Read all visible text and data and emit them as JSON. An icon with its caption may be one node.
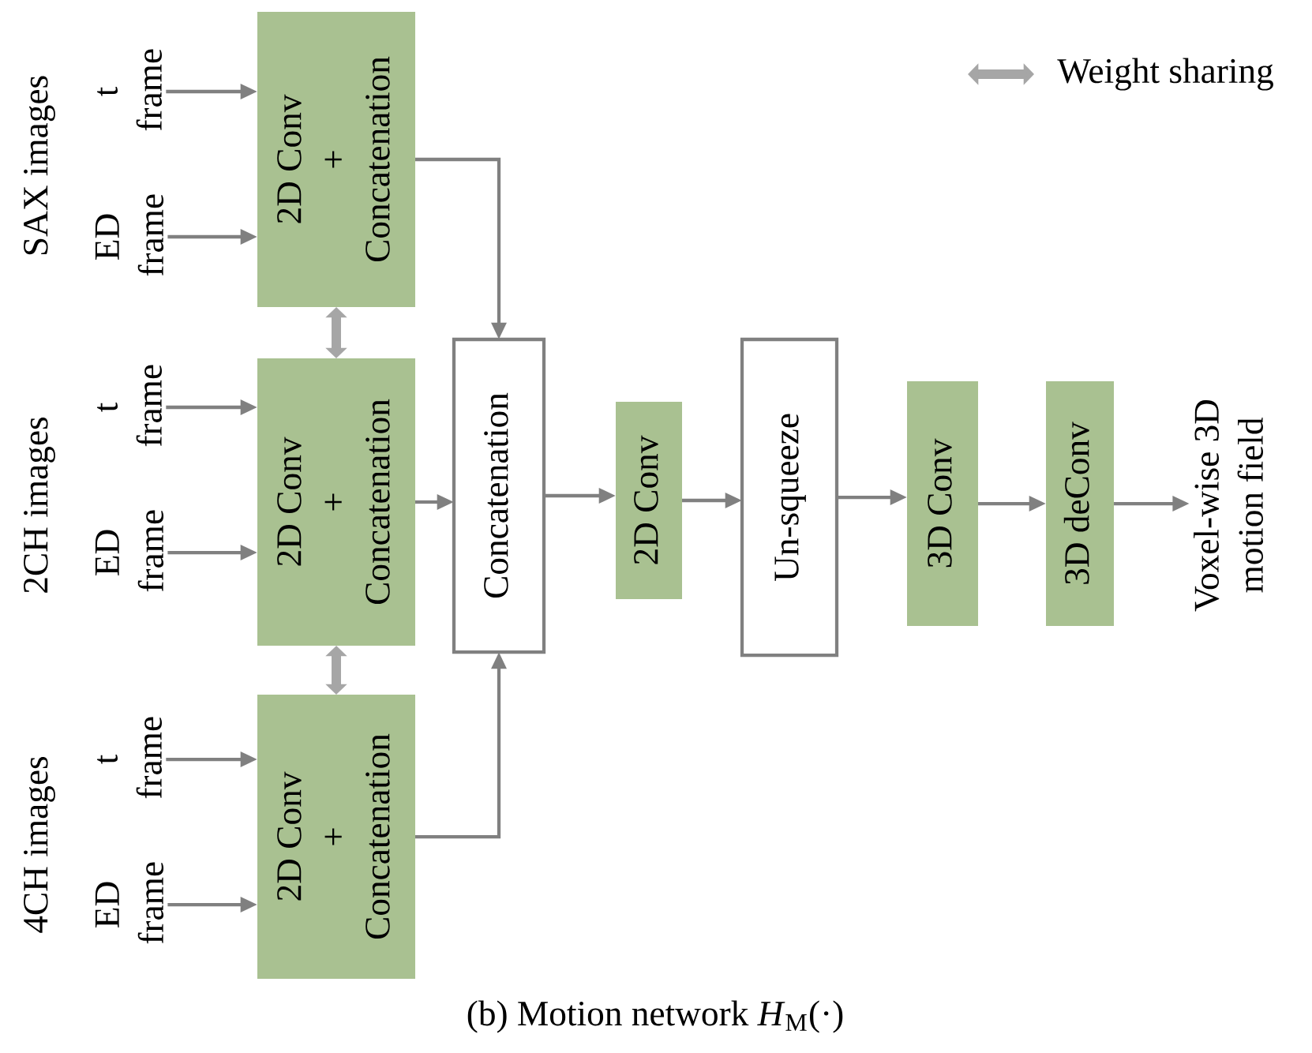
{
  "diagram": {
    "caption": "(b) Motion network *H*$_{M}$(·)",
    "nodes": [
      {
        "text": [
          "t frame"
        ]
      },
      {
        "text": [
          "ED frame"
        ]
      },
      {
        "text": [
          "2D Conv",
          "+",
          "Concatenation"
        ]
      },
      {
        "text": [
          "t frame"
        ]
      },
      {
        "text": [
          "ED frame"
        ]
      },
      {
        "text": [
          "2D Conv",
          "+",
          "Concatenation"
        ]
      },
      {
        "text": [
          "t frame"
        ]
      },
      {
        "text": [
          "ED frame"
        ]
      },
      {
        "text": [
          "2D Conv",
          "+",
          "Concatenation"
        ]
      },
      {
        "text": [
          "Concatenation"
        ]
      },
      {
        "text": [
          "2D Conv"
        ]
      },
      {
        "text": [
          "Un-squeeze"
        ]
      },
      {
        "text": [
          "3D Conv"
        ]
      },
      {
        "text": [
          "3D deConv"
        ]
      },
      {
        "text": [
          "Voxel-wise 3D motion field"
        ]
      }
    ],
    "edges": [
      {
        "from": 0,
        "to": 2,
        "arrow": "to"
      },
      {
        "from": 1,
        "to": 2,
        "arrow": "to"
      },
      {
        "from": 2,
        "to": 5,
        "arrow": "both",
        "style": "thick",
        "color": "#a6a6a6"
      },
      {
        "from": 3,
        "to": 5,
        "arrow": "to"
      },
      {
        "from": 4,
        "to": 5,
        "arrow": "to"
      },
      {
        "from": 5,
        "to": 8,
        "arrow": "both",
        "style": "thick",
        "color": "#a6a6a6"
      },
      {
        "from": 6,
        "to": 8,
        "arrow": "to"
      },
      {
        "from": 7,
        "to": 8,
        "arrow": "to"
      },
      {
        "from": 2,
        "to": 9,
        "arrow": "to"
      },
      {
        "from": 5,
        "to": 9,
        "arrow": "to"
      },
      {
        "from": 8,
        "to": 9,
        "arrow": "to"
      },
      {
        "from": 9,
        "to": 10,
        "arrow": "to"
      },
      {
        "from": 10,
        "to": 11,
        "arrow": "to"
      },
      {
        "from": 11,
        "to": 12,
        "arrow": "to"
      },
      {
        "from": 12,
        "to": 13,
        "arrow": "to"
      },
      {
        "from": 13,
        "to": 14,
        "arrow": "to"
      }
    ],
    "labels": [
      "SAX images",
      "2CH images",
      "4CH images"
    ],
    "legend": [
      {
        "text": "Weight sharing"
      }
    ]
  }
}
